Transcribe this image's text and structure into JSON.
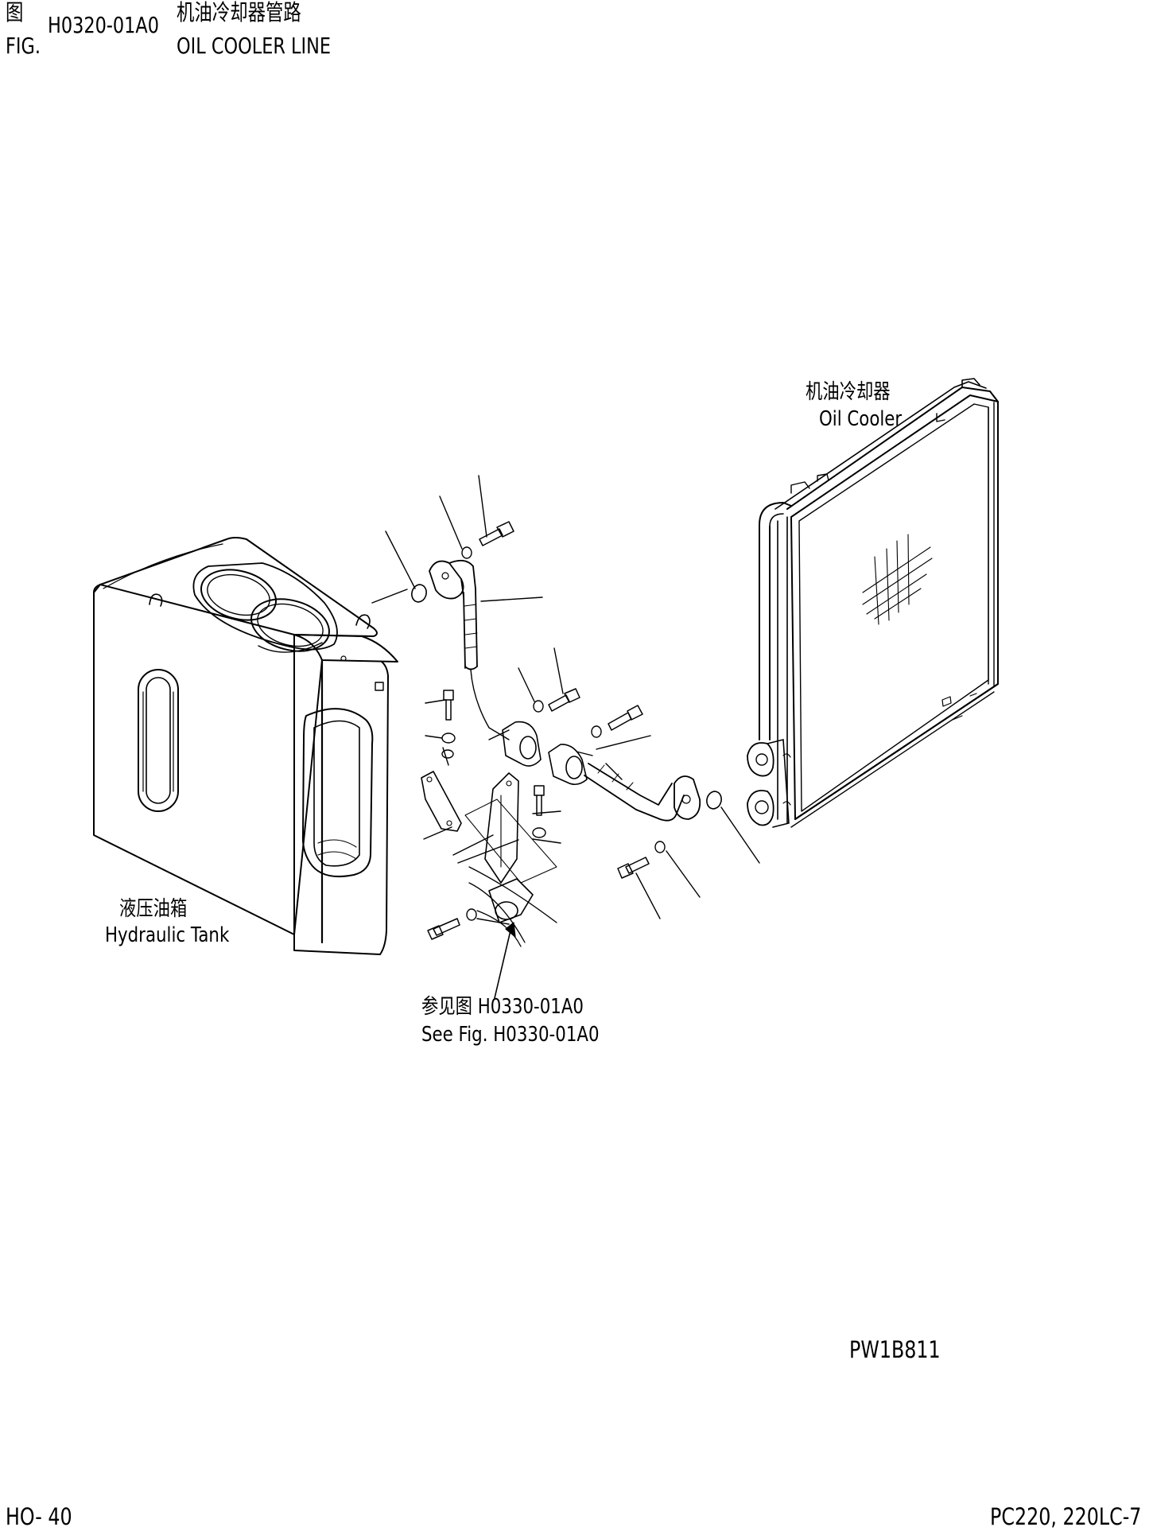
{
  "header": {
    "fig_cn": "图",
    "fig_en": "FIG.",
    "fig_number": "H0320-01A0",
    "title_cn": "机油冷却器管路",
    "title_en": "OIL COOLER LINE"
  },
  "labels": {
    "oil_cooler_cn": "机油冷却器",
    "oil_cooler_en": "Oil Cooler",
    "tank_cn": "液压油箱",
    "tank_en": "Hydraulic Tank",
    "see_fig_cn": "参见图 H0330-01A0",
    "see_fig_en": "See Fig. H0330-01A0"
  },
  "footer": {
    "drawing_code": "PW1B811",
    "page": "HO- 40",
    "model": "PC220, 220LC-7"
  },
  "colors": {
    "line": "#000000",
    "background": "#ffffff"
  }
}
